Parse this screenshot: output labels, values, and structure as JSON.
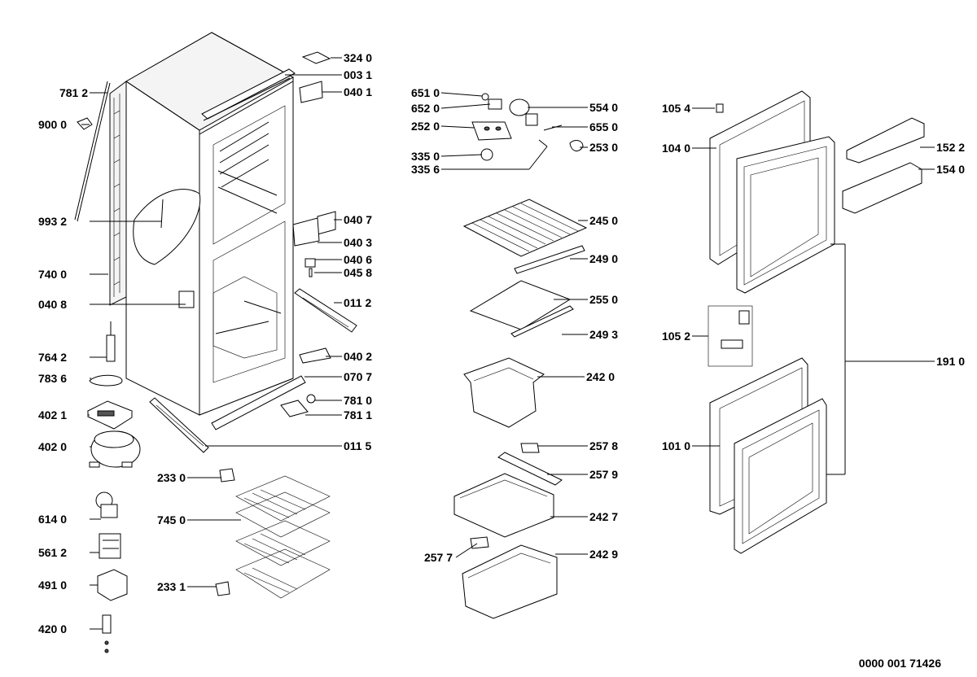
{
  "drawing_number": "0000 001 71426",
  "labels": {
    "l_324_0": "324 0",
    "l_003_1": "003 1",
    "l_040_1": "040 1",
    "l_781_2": "781 2",
    "l_900_0": "900 0",
    "l_993_2": "993 2",
    "l_040_7": "040 7",
    "l_040_3": "040 3",
    "l_040_6": "040 6",
    "l_045_8": "045 8",
    "l_740_0": "740 0",
    "l_040_8": "040 8",
    "l_011_2": "011 2",
    "l_764_2": "764 2",
    "l_040_2": "040 2",
    "l_783_6": "783 6",
    "l_070_7": "070 7",
    "l_781_0": "781 0",
    "l_402_1": "402 1",
    "l_781_1": "781 1",
    "l_402_0": "402 0",
    "l_011_5": "011 5",
    "l_233_0": "233 0",
    "l_745_0": "745 0",
    "l_614_0": "614 0",
    "l_561_2": "561 2",
    "l_491_0": "491 0",
    "l_233_1": "233 1",
    "l_420_0": "420 0",
    "l_651_0": "651 0",
    "l_652_0": "652 0",
    "l_554_0": "554 0",
    "l_252_0": "252 0",
    "l_655_0": "655 0",
    "l_253_0": "253 0",
    "l_335_0": "335 0",
    "l_335_6": "335 6",
    "l_245_0": "245 0",
    "l_249_0": "249 0",
    "l_255_0": "255 0",
    "l_249_3": "249 3",
    "l_242_0": "242 0",
    "l_257_8": "257 8",
    "l_257_9": "257 9",
    "l_242_7": "242 7",
    "l_257_7": "257 7",
    "l_242_9": "242 9",
    "l_105_4": "105 4",
    "l_104_0": "104 0",
    "l_152_2": "152 2",
    "l_154_0": "154 0",
    "l_105_2": "105 2",
    "l_191_0": "191 0",
    "l_101_0": "101 0"
  }
}
